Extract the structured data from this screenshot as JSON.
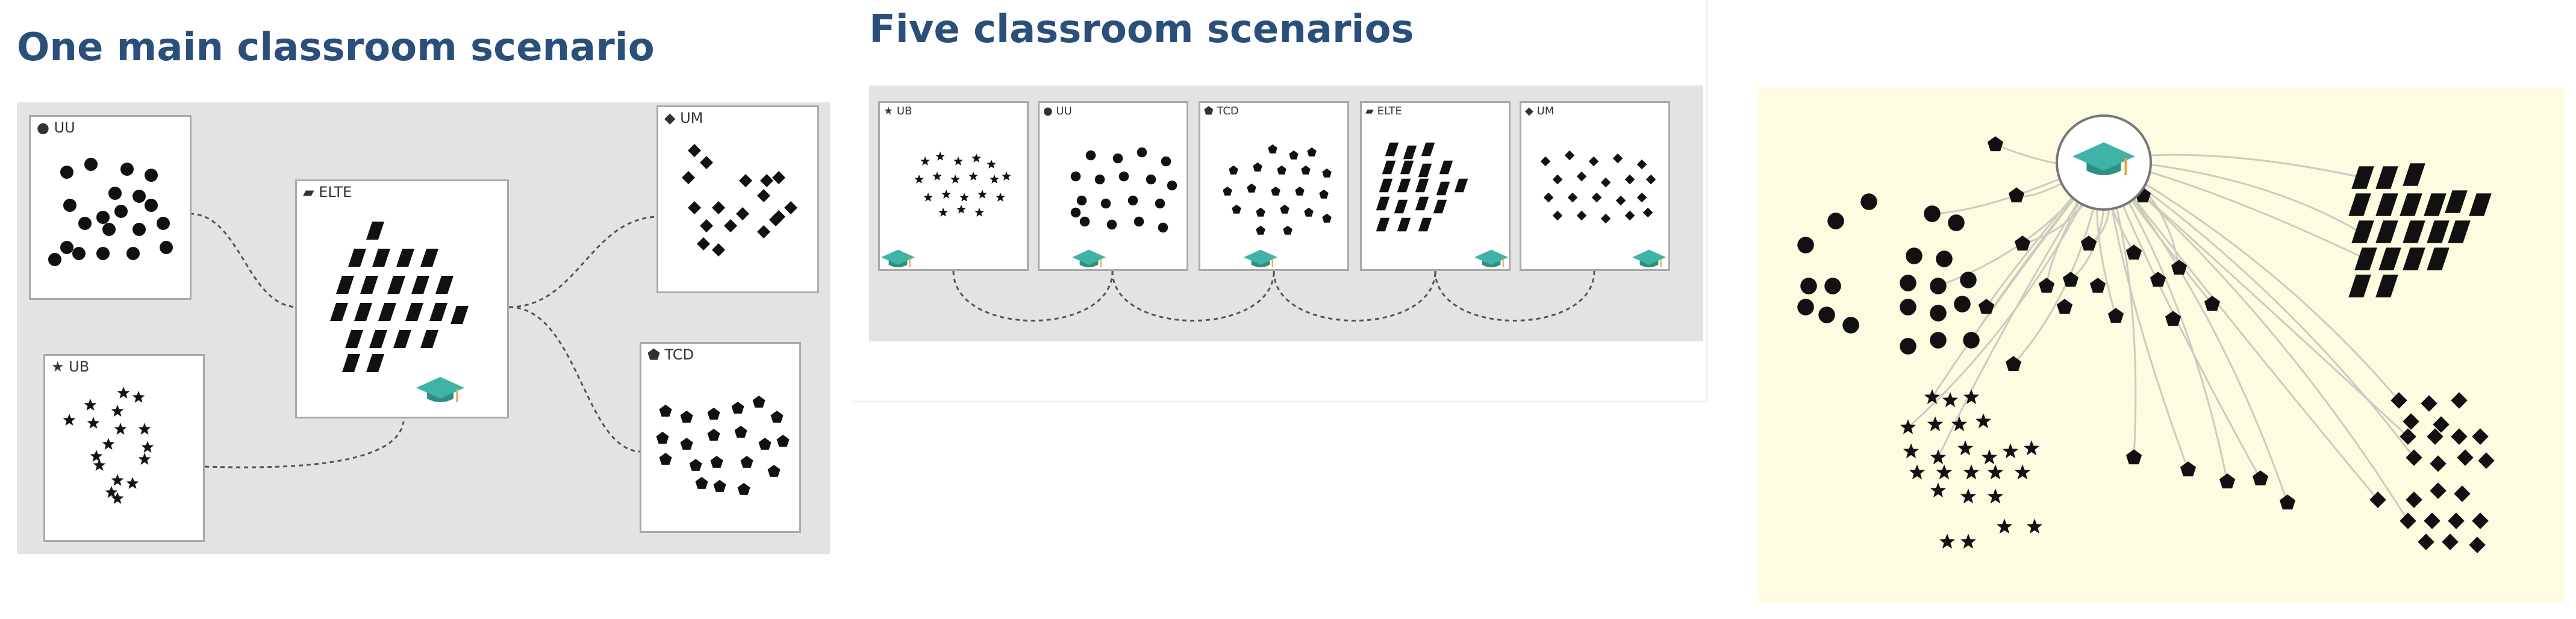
{
  "panel1": {
    "title": "One main classroom scenario",
    "classrooms": [
      {
        "id": "UU",
        "label": "UU",
        "icon": "circle-icon",
        "teacher": false
      },
      {
        "id": "ELTE",
        "label": "ELTE",
        "icon": "parallelogram-icon",
        "teacher": true
      },
      {
        "id": "UM",
        "label": "UM",
        "icon": "diamond-icon",
        "teacher": false
      },
      {
        "id": "UB",
        "label": "UB",
        "icon": "star-icon",
        "teacher": false
      },
      {
        "id": "TCD",
        "label": "TCD",
        "icon": "pentagon-icon",
        "teacher": false
      }
    ]
  },
  "panel2": {
    "title": "Five classroom scenarios",
    "classrooms": [
      {
        "id": "UB",
        "label": "UB",
        "icon": "star-icon",
        "teacher": true
      },
      {
        "id": "UU",
        "label": "UU",
        "icon": "circle-icon",
        "teacher": true
      },
      {
        "id": "TCD",
        "label": "TCD",
        "icon": "pentagon-icon",
        "teacher": true
      },
      {
        "id": "ELTE",
        "label": "ELTE",
        "icon": "parallelogram-icon",
        "teacher": true
      },
      {
        "id": "UM",
        "label": "UM",
        "icon": "diamond-icon",
        "teacher": true
      }
    ]
  },
  "panel3": {
    "hub_icon": "graduation-cap-icon",
    "groups": [
      "circle-icon",
      "pentagon-icon",
      "parallelogram-icon",
      "star-icon",
      "diamond-icon"
    ]
  },
  "colors": {
    "heading": "#2a4f7a",
    "panel_bg": "#e3e3e3",
    "box_border": "#a9a9a9",
    "glyph": "#111111",
    "teacher_cap": "#3eb3a6",
    "teacher_tassel": "#e0a53a",
    "panel3_bg": "#fdfbe0",
    "connector": "#555555",
    "hub_curve": "#cdcac0"
  }
}
